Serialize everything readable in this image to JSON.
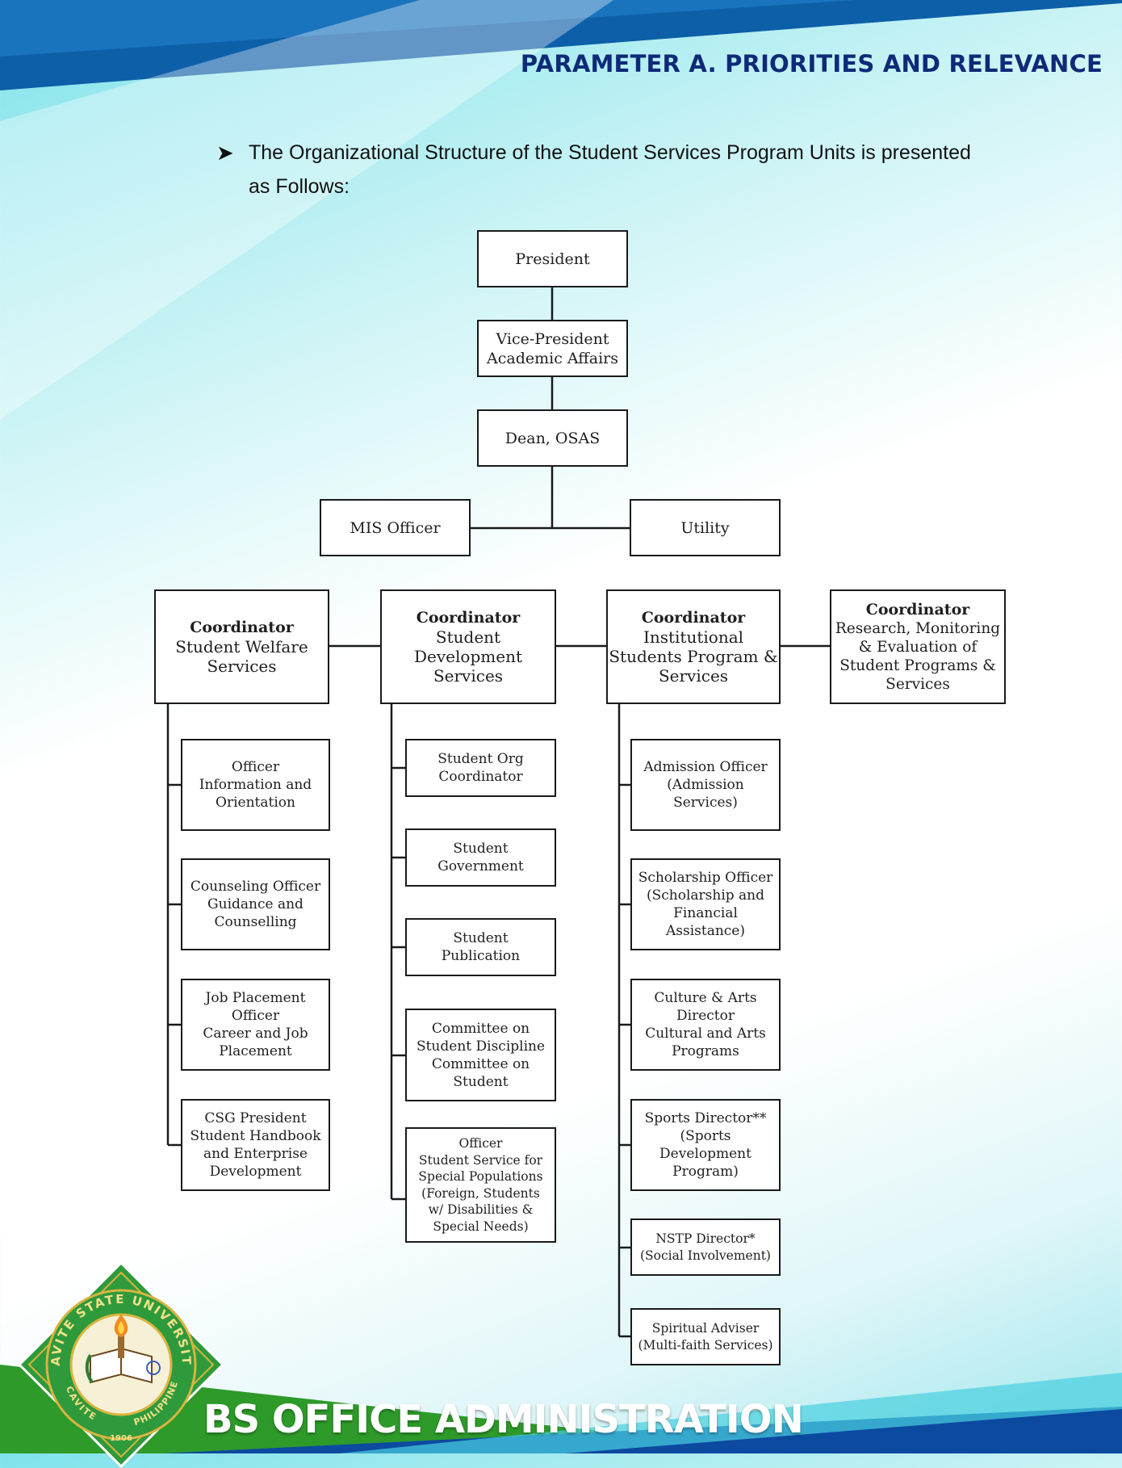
{
  "header": {
    "title": "PARAMETER A. PRIORITIES AND RELEVANCE"
  },
  "intro": {
    "bullet_icon": "arrowhead-bullet-icon",
    "text": "The Organizational Structure of the Student Services Program Units is presented as Follows:"
  },
  "org_chart": {
    "president": "President",
    "vice_president": "Vice-President\nAcademic Affairs",
    "dean": "Dean, OSAS",
    "mis_officer": "MIS Officer",
    "utility": "Utility",
    "coordinators": [
      {
        "heading": "Coordinator",
        "title": "Student Welfare\nServices"
      },
      {
        "heading": "Coordinator",
        "title": "Student\nDevelopment\nServices"
      },
      {
        "heading": "Coordinator",
        "title": "Institutional\nStudents Program &\nServices"
      },
      {
        "heading": "Coordinator",
        "title": "Research, Monitoring\n& Evaluation of\nStudent Programs &\nServices"
      }
    ],
    "welfare_units": [
      "Officer\nInformation and\nOrientation",
      "Counseling Officer\nGuidance and\nCounselling",
      "Job Placement\nOfficer\nCareer and Job\nPlacement",
      "CSG President\nStudent Handbook\nand Enterprise\nDevelopment"
    ],
    "development_units": [
      "Student Org\nCoordinator",
      "Student\nGovernment",
      "Student\nPublication",
      "Committee on\nStudent Discipline\nCommittee on\nStudent",
      "Officer\nStudent Service for\nSpecial Populations\n(Foreign, Students\nw/ Disabilities &\nSpecial Needs)"
    ],
    "institutional_units": [
      "Admission Officer\n(Admission\nServices)",
      "Scholarship Officer\n(Scholarship and\nFinancial\nAssistance)",
      "Culture & Arts\nDirector\nCultural and Arts\nPrograms",
      "Sports Director**\n(Sports\nDevelopment\nProgram)",
      "NSTP Director*\n(Social  Involvement)",
      "Spiritual Adviser\n(Multi-faith Services)"
    ]
  },
  "footer": {
    "program_title": "BS OFFICE ADMINISTRATION",
    "logo": {
      "text_top": "CAVITE STATE UNIVERSITY",
      "text_bottom_left": "CAVITE",
      "text_bottom_right": "PHILIPPINES",
      "year": "1906"
    }
  },
  "colors": {
    "header_text": "#0f2a78",
    "top_band": "#0d5fa8",
    "footer_band": "#0c4aa0",
    "footer_green": "#2e9a2a",
    "logo_green": "#2f9a3b",
    "logo_gold": "#d8b540"
  }
}
